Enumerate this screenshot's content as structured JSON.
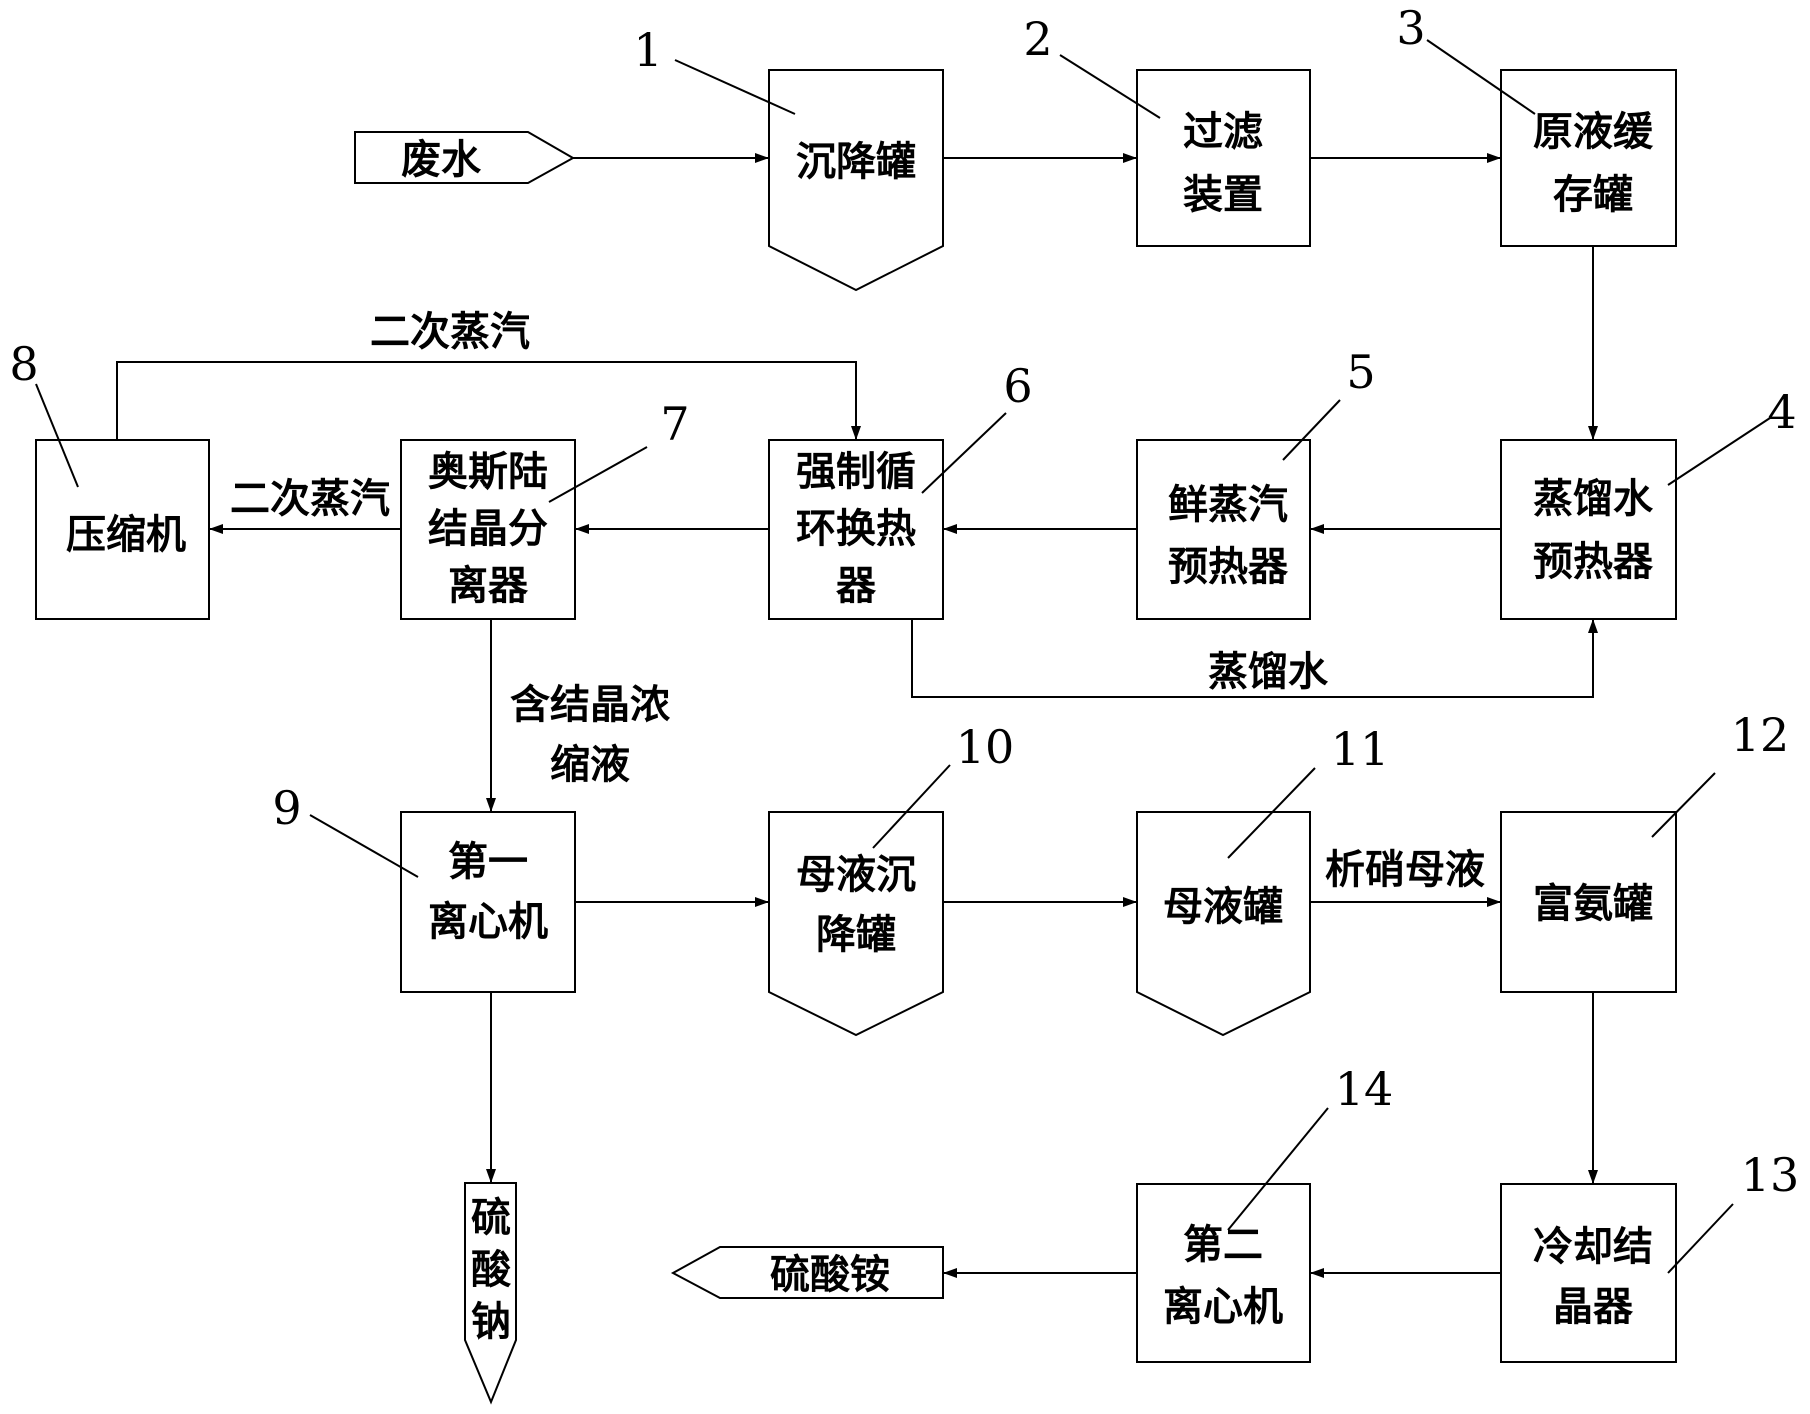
{
  "equipment": [
    {
      "id": "1",
      "number": "1",
      "lines": [
        "沉降罐"
      ]
    },
    {
      "id": "2",
      "number": "2",
      "lines": [
        "过滤",
        "装置"
      ]
    },
    {
      "id": "3",
      "number": "3",
      "lines": [
        "原液缓",
        "存罐"
      ]
    },
    {
      "id": "4",
      "number": "4",
      "lines": [
        "蒸馏水",
        "预热器"
      ]
    },
    {
      "id": "5",
      "number": "5",
      "lines": [
        "鲜蒸汽",
        "预热器"
      ]
    },
    {
      "id": "6",
      "number": "6",
      "lines": [
        "强制循",
        "环换热",
        "器"
      ]
    },
    {
      "id": "7",
      "number": "7",
      "lines": [
        "奥斯陆",
        "结晶分",
        "离器"
      ]
    },
    {
      "id": "8",
      "number": "8",
      "lines": [
        "压缩机"
      ]
    },
    {
      "id": "9",
      "number": "9",
      "lines": [
        "第一",
        "离心机"
      ]
    },
    {
      "id": "10",
      "number": "10",
      "lines": [
        "母液沉",
        "降罐"
      ]
    },
    {
      "id": "11",
      "number": "11",
      "lines": [
        "母液罐"
      ]
    },
    {
      "id": "12",
      "number": "12",
      "lines": [
        "富氨罐"
      ]
    },
    {
      "id": "13",
      "number": "13",
      "lines": [
        "冷却结",
        "晶器"
      ]
    },
    {
      "id": "14",
      "number": "14",
      "lines": [
        "第二",
        "离心机"
      ]
    }
  ],
  "terminals": {
    "wastewater": "废水",
    "sodium_sulfate": [
      "硫",
      "酸",
      "钠"
    ],
    "ammonium_sulfate": "硫酸铵"
  },
  "flow_labels": {
    "secondary_steam_top": "二次蒸汽",
    "secondary_steam_mid": "二次蒸汽",
    "distilled_water": "蒸馏水",
    "crystal_concentrate": [
      "含结晶浓",
      "缩液"
    ],
    "nitrate_mother_liquor": "析硝母液"
  }
}
